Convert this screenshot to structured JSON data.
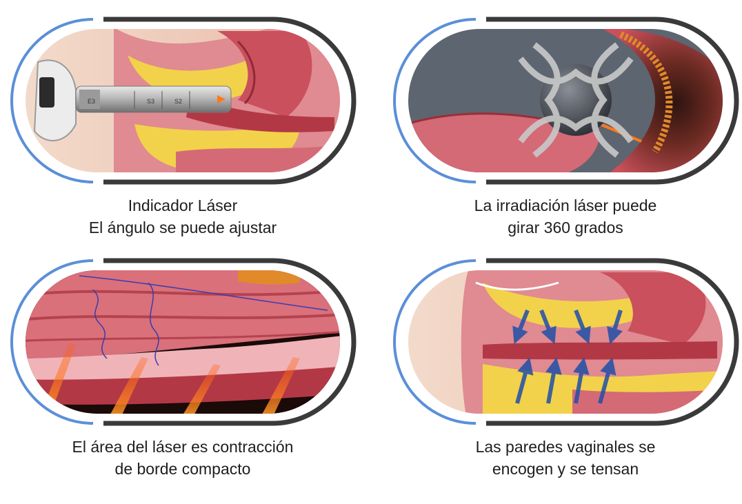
{
  "panels": [
    {
      "id": "laser-indicator",
      "line1": "Indicador Láser",
      "line2": "El ángulo se puede ajustar",
      "probe_marks": [
        "E3",
        "S3",
        "S2"
      ]
    },
    {
      "id": "rotation",
      "line1": "La irradiación láser puede",
      "line2": "girar 360 grados"
    },
    {
      "id": "contraction",
      "line1": "El área del láser es contracción",
      "line2": "de borde compacto"
    },
    {
      "id": "tightening",
      "line1": "Las paredes vaginales se",
      "line2": "encogen y se tensan"
    }
  ],
  "colors": {
    "frame_blue": "#5b8fd8",
    "frame_dark": "#3a3a3a",
    "tissue_pink": "#d9707a",
    "tissue_dark": "#a8323e",
    "fat_yellow": "#f2d24a",
    "laser_orange": "#ff7a1a",
    "arrow_blue": "#1f4fa8"
  }
}
